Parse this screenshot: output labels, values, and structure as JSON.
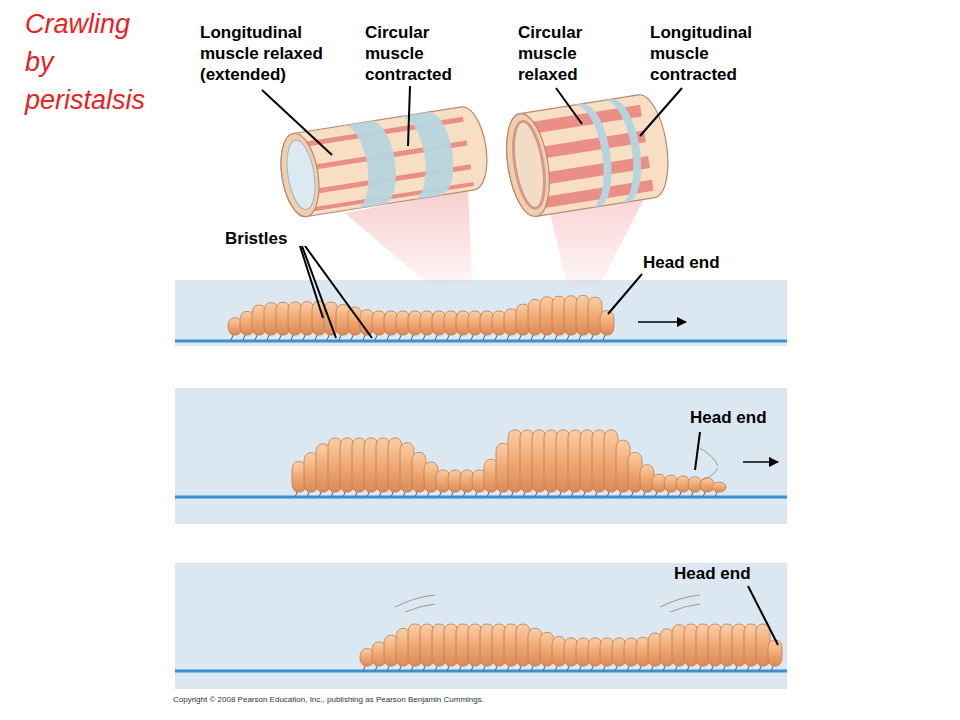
{
  "diagram": {
    "title": "Crawling by peristalsis",
    "labels": [
      "Longitudinal muscle relaxed (extended)",
      "Circular muscle contracted",
      "Circular muscle relaxed",
      "Longitudinal muscle contracted",
      "Bristles",
      "Head end",
      "Head end",
      "Head end",
      "Copyright © 2008 Pearson Education, Inc., publishing as Pearson Benjamin Cummings."
    ]
  }
}
